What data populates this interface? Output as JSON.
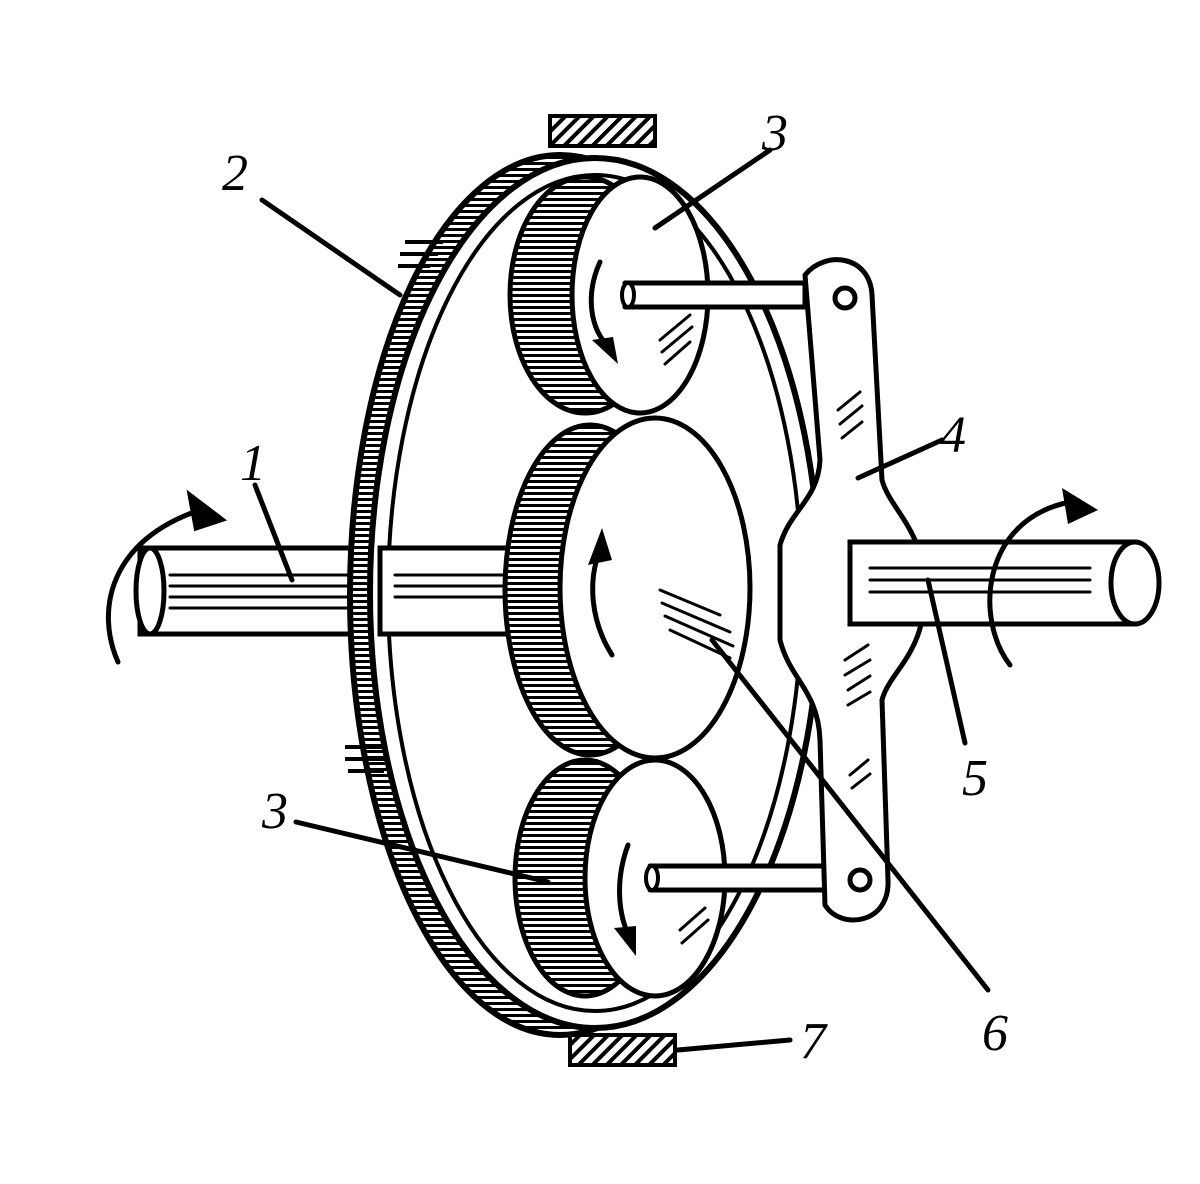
{
  "diagram": {
    "labels": {
      "input_shaft": "1",
      "ring_gear": "2",
      "planet_top": "3",
      "planet_bottom": "3",
      "carrier": "4",
      "output_shaft": "5",
      "sun_gear": "6",
      "brake": "7"
    },
    "colors": {
      "ink": "#000000",
      "paper": "#ffffff"
    }
  }
}
